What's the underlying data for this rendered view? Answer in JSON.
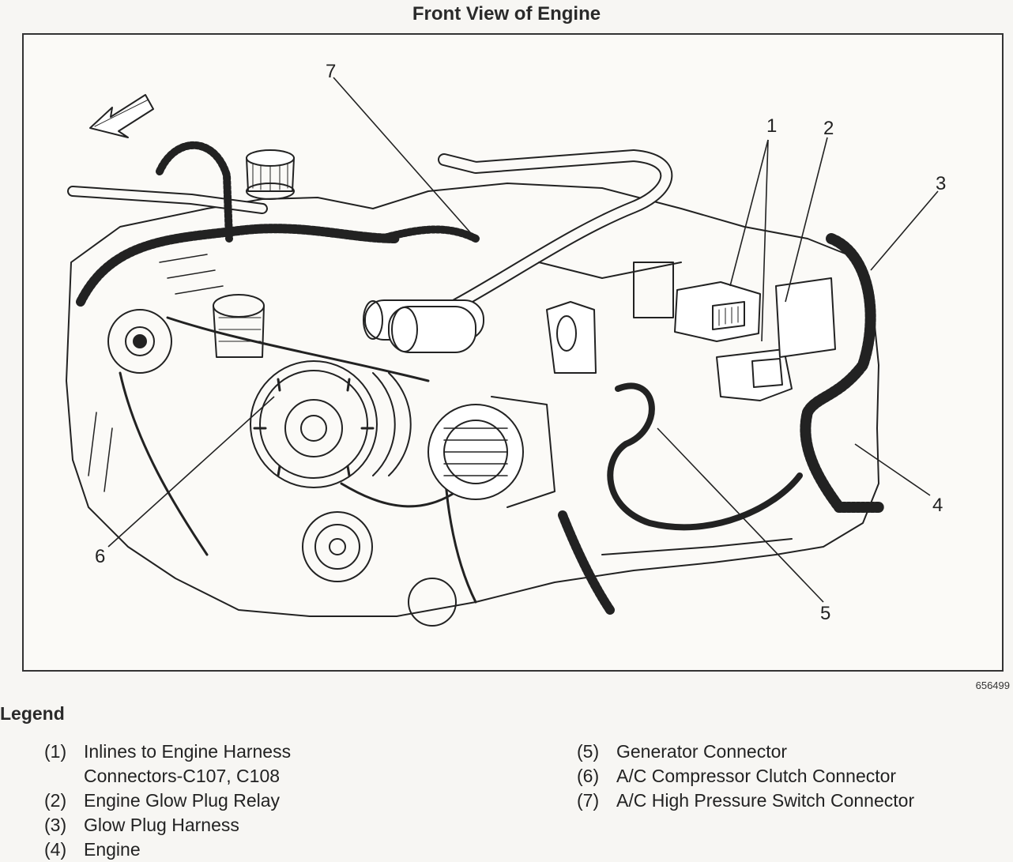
{
  "title": "Front View of Engine",
  "figure_id": "656499",
  "callouts": [
    "1",
    "2",
    "3",
    "4",
    "5",
    "6",
    "7"
  ],
  "legend": {
    "heading": "Legend",
    "left": [
      {
        "num": "(1)",
        "text": "Inlines to Engine Harness\nConnectors-C107, C108"
      },
      {
        "num": "(2)",
        "text": "Engine Glow Plug Relay"
      },
      {
        "num": "(3)",
        "text": "Glow Plug Harness"
      },
      {
        "num": "(4)",
        "text": "Engine"
      }
    ],
    "right": [
      {
        "num": "(5)",
        "text": "Generator Connector"
      },
      {
        "num": "(6)",
        "text": "A/C Compressor Clutch Connector"
      },
      {
        "num": "(7)",
        "text": "A/C High Pressure Switch Connector"
      }
    ]
  }
}
